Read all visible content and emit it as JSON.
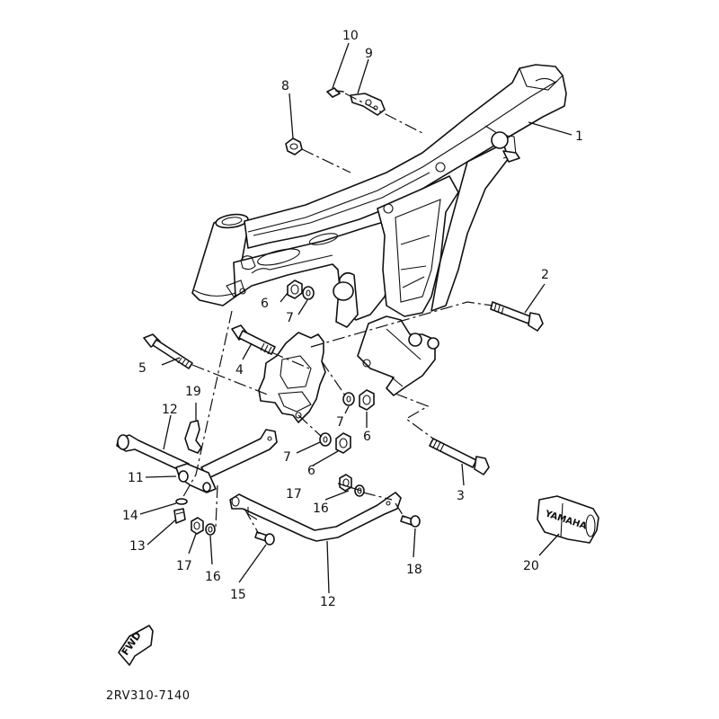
{
  "diagram": {
    "title": "Frame exploded parts diagram",
    "part_code": "2RV310-7140",
    "fwd_label": "FWD",
    "decal_text": "YAMAHA",
    "callouts": [
      {
        "id": "1",
        "part": "frame"
      },
      {
        "id": "2",
        "part": "bolt"
      },
      {
        "id": "3",
        "part": "bolt"
      },
      {
        "id": "4",
        "part": "bolt"
      },
      {
        "id": "5",
        "part": "bolt"
      },
      {
        "id": "6",
        "part": "nut"
      },
      {
        "id": "7",
        "part": "washer"
      },
      {
        "id": "8",
        "part": "nut"
      },
      {
        "id": "9",
        "part": "clamp"
      },
      {
        "id": "10",
        "part": "screw"
      },
      {
        "id": "11",
        "part": "collar"
      },
      {
        "id": "12",
        "part": "engine-guard-stay"
      },
      {
        "id": "13",
        "part": "bolt"
      },
      {
        "id": "14",
        "part": "washer"
      },
      {
        "id": "15",
        "part": "bolt"
      },
      {
        "id": "16",
        "part": "washer"
      },
      {
        "id": "17",
        "part": "nut"
      },
      {
        "id": "18",
        "part": "bolt"
      },
      {
        "id": "19",
        "part": "bracket"
      },
      {
        "id": "20",
        "part": "emblem"
      }
    ],
    "labels": {
      "c1": "1",
      "c2": "2",
      "c3": "3",
      "c4": "4",
      "c5": "5",
      "c6a": "6",
      "c6b": "6",
      "c6c": "6",
      "c7a": "7",
      "c7b": "7",
      "c7c": "7",
      "c8": "8",
      "c9": "9",
      "c10": "10",
      "c11": "11",
      "c12a": "12",
      "c12b": "12",
      "c13": "13",
      "c14": "14",
      "c15": "15",
      "c16a": "16",
      "c16b": "16",
      "c17a": "17",
      "c17b": "17",
      "c18": "18",
      "c19": "19",
      "c20": "20"
    }
  }
}
